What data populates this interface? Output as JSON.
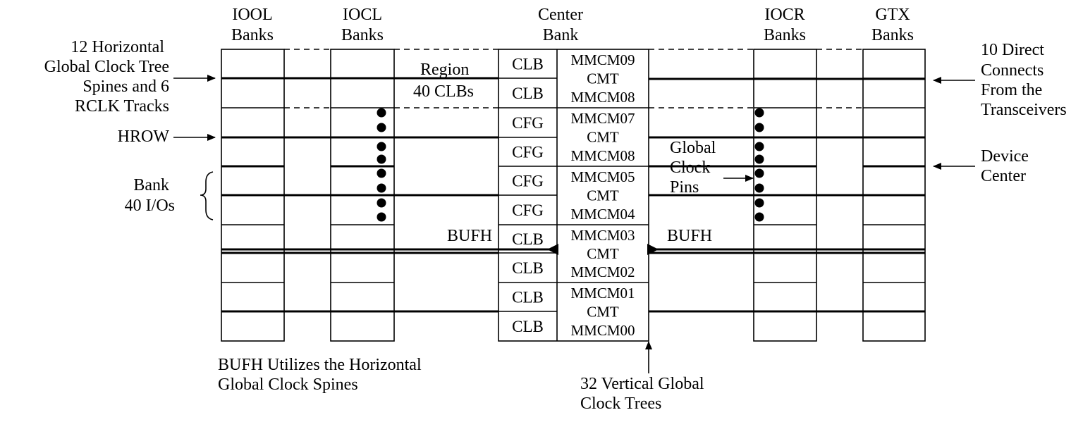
{
  "headers": {
    "iool": [
      "IOOL",
      "Banks"
    ],
    "iocl": [
      "IOCL",
      "Banks"
    ],
    "center": [
      "Center",
      "Bank"
    ],
    "iocr": [
      "IOCR",
      "Banks"
    ],
    "gtx": [
      "GTX",
      "Banks"
    ]
  },
  "left_labels": {
    "spines": [
      "12 Horizontal",
      "Global Clock Tree",
      "Spines and 6",
      "RCLK Tracks"
    ],
    "hrow": "HROW",
    "bank": [
      "Bank",
      "40 I/Os"
    ]
  },
  "right_labels": {
    "direct": [
      "10 Direct",
      "Connects",
      "From the",
      "Transceivers"
    ],
    "device_center": [
      "Device",
      "Center"
    ],
    "global_clock_pins": [
      "Global",
      "Clock",
      "Pins"
    ]
  },
  "region_label": [
    "Region",
    "40 CLBs"
  ],
  "center_cells": [
    "CLB",
    "CLB",
    "CFG",
    "CFG",
    "CFG",
    "CFG",
    "CLB",
    "CLB",
    "CLB",
    "CLB"
  ],
  "cmt_tiles": [
    {
      "top": "MMCM09",
      "mid": "CMT",
      "bottom": "MMCM08"
    },
    {
      "top": "MMCM07",
      "mid": "CMT",
      "bottom": "MMCM08"
    },
    {
      "top": "MMCM05",
      "mid": "CMT",
      "bottom": "MMCM04"
    },
    {
      "top": "MMCM03",
      "mid": "CMT",
      "bottom": "MMCM02"
    },
    {
      "top": "MMCM01",
      "mid": "CMT",
      "bottom": "MMCM00"
    }
  ],
  "bufh_left": "BUFH",
  "bufh_right": "BUFH",
  "bottom_notes": {
    "bufh_note": [
      "BUFH Utilizes the Horizontal",
      "Global Clock Spines"
    ],
    "vertical": [
      "32 Vertical Global",
      "Clock Trees"
    ]
  }
}
